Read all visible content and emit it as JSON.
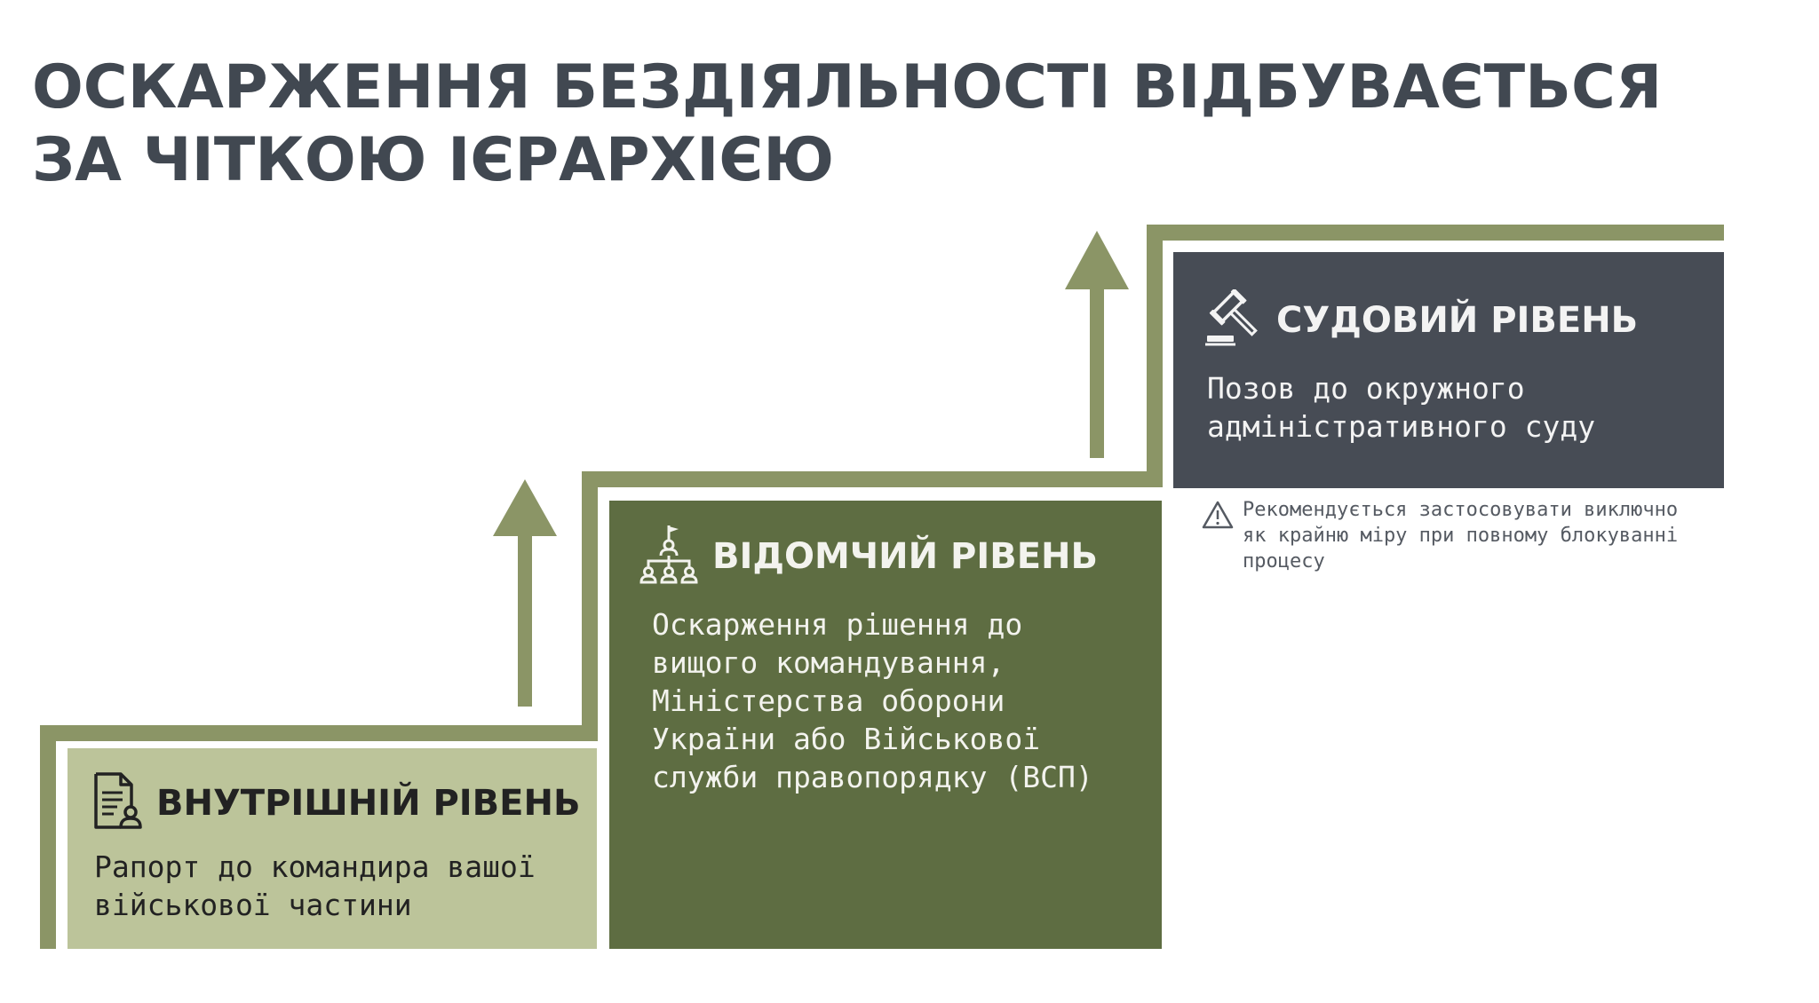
{
  "title": {
    "line1": "ОСКАРЖЕННЯ БЕЗДІЯЛЬНОСТІ ВІДБУВАЄТЬСЯ",
    "line2": "ЗА ЧІТКОЮ ІЄРАРХІЄЮ"
  },
  "levels": [
    {
      "title": "ВНУТРІШНІЙ РІВЕНЬ",
      "text": "Рапорт до командира вашої\nвійськової частини",
      "icon": "document-person-icon",
      "color": "#bcc49a"
    },
    {
      "title": "ВІДОМЧИЙ РІВЕНЬ",
      "text": "Оскарження рішення до\nвищого командування,\nМіністерства оборони\nУкраїни або Військової\nслужби правопорядку (ВСП)",
      "icon": "hierarchy-flag-icon",
      "color": "#5e6d42"
    },
    {
      "title": "СУДОВИЙ РІВЕНЬ",
      "text": "Позов до окружного\nадміністративного суду",
      "icon": "gavel-icon",
      "color": "#474c55"
    }
  ],
  "note": {
    "icon": "warning-icon",
    "text": "Рекомендується застосовувати виключно\nяк крайню міру при повному блокуванні\nпроцесу"
  },
  "colors": {
    "stair_line": "#8b9566",
    "title_text": "#414851"
  }
}
